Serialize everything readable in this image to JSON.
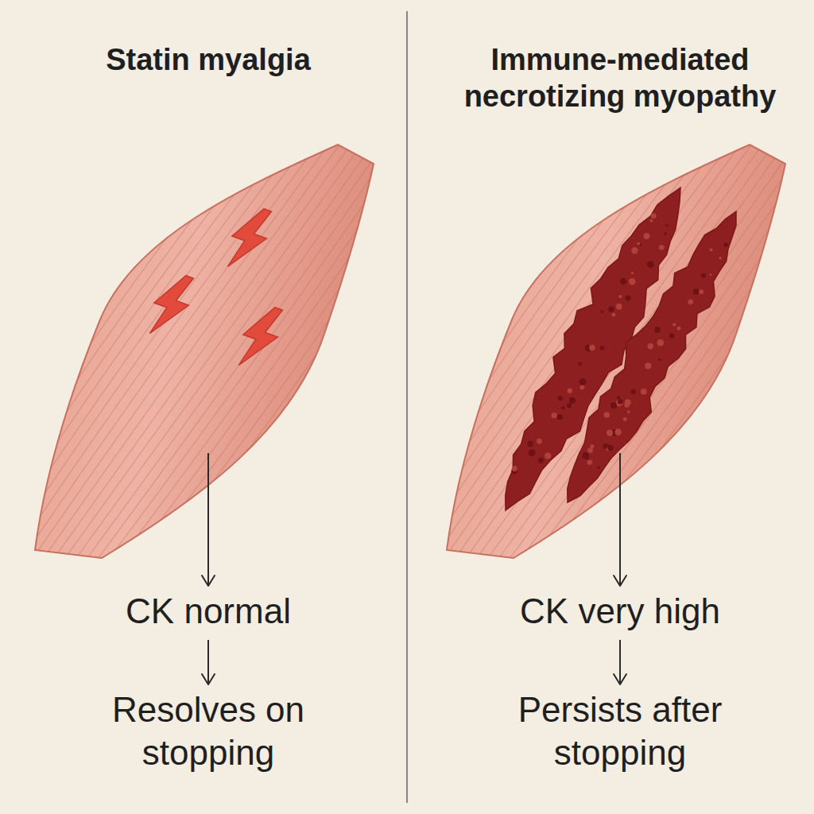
{
  "diagram": {
    "nodes": [
      {
        "text": [
          "Statin myalgia"
        ]
      },
      {
        "text": [
          "CK normal"
        ]
      },
      {
        "text": [
          "Resolves on stopping"
        ]
      },
      {
        "text": [
          "Immune-mediated necrotizing myopathy"
        ]
      },
      {
        "text": [
          "CK very high"
        ]
      },
      {
        "text": [
          "Persists after stopping"
        ]
      }
    ],
    "edges": [
      {
        "from": 0,
        "to": 1,
        "arrow": "to"
      },
      {
        "from": 1,
        "to": 2,
        "arrow": "to"
      },
      {
        "from": 3,
        "to": 4,
        "arrow": "to"
      },
      {
        "from": 4,
        "to": 5,
        "arrow": "to"
      }
    ]
  }
}
